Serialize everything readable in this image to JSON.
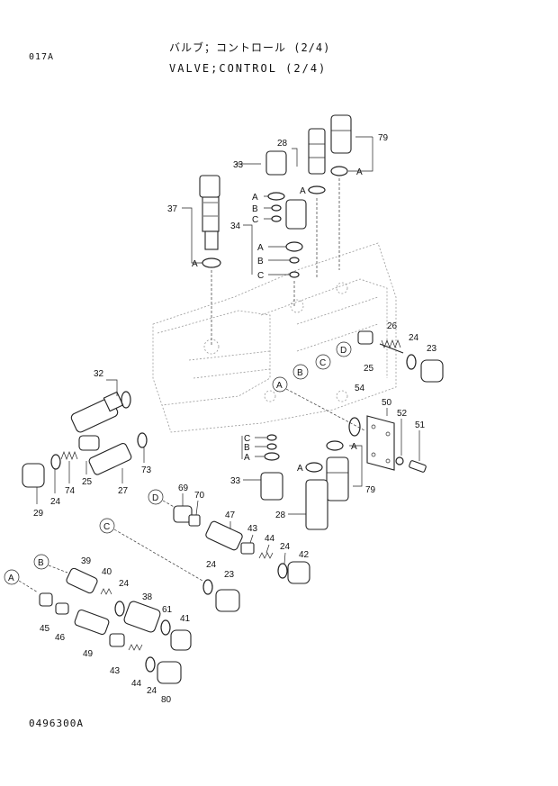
{
  "header": {
    "page_code": "017A",
    "title_jp": "バルブ；コントロール (2/4)",
    "title_en": "VALVE;CONTROL (2/4)"
  },
  "footer": {
    "drawing_no": "0496300A"
  },
  "callouts": {
    "p79a": "79",
    "p28a": "28",
    "p33a": "33",
    "p37": "37",
    "p34": "34",
    "p26": "26",
    "p24a": "24",
    "p23a": "23",
    "p25a": "25",
    "p54": "54",
    "p32": "32",
    "p50": "50",
    "p52": "52",
    "p51": "51",
    "p33b": "33",
    "p79b": "79",
    "p28b": "28",
    "p29": "29",
    "p24b": "24",
    "p74": "74",
    "p25b": "25",
    "p27": "27",
    "p73": "73",
    "p69": "69",
    "p70": "70",
    "p47": "47",
    "p43a": "43",
    "p44a": "44",
    "p24c": "24",
    "p42": "42",
    "p24d": "24",
    "p23b": "23",
    "p39": "39",
    "p40": "40",
    "p24e": "24",
    "p38": "38",
    "p61": "61",
    "p41": "41",
    "p45": "45",
    "p46": "46",
    "p49": "49",
    "p43b": "43",
    "p44b": "44",
    "p24f": "24",
    "p80": "80"
  },
  "port_letters": {
    "a": "A",
    "b": "B",
    "c": "C",
    "d": "D"
  },
  "seal_tags": {
    "a1": "A",
    "b1": "B",
    "c1": "C",
    "a2": "A",
    "b2": "B",
    "c2": "C",
    "a3": "A",
    "a4": "A",
    "a5": "A",
    "a6": "A",
    "c3": "C",
    "b3": "B",
    "a7": "A",
    "a8": "A"
  }
}
